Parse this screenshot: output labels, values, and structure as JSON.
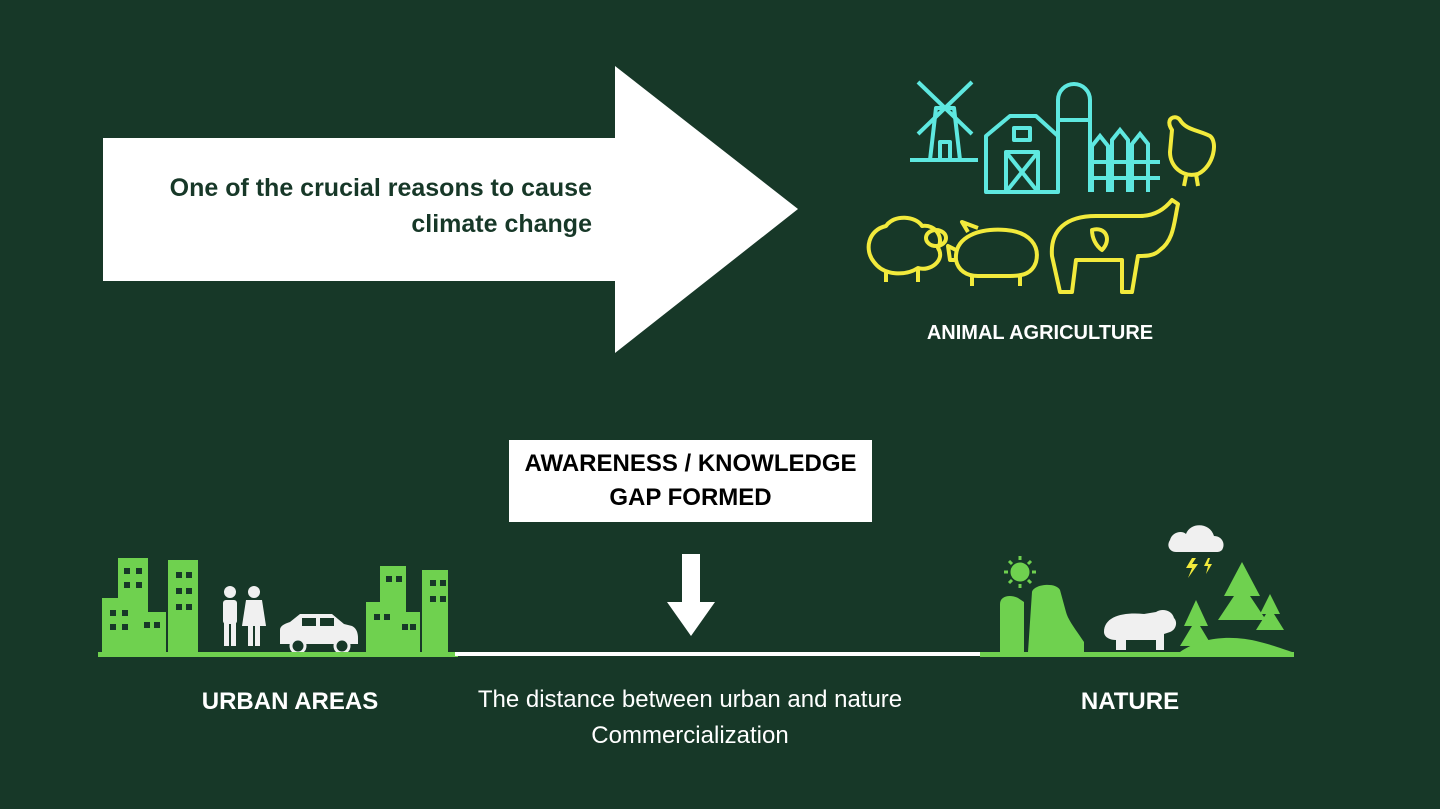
{
  "arrow": {
    "line1": "One of the crucial reasons to cause",
    "line2": "climate change"
  },
  "animal_agriculture": {
    "label": "ANIMAL AGRICULTURE"
  },
  "gap_box": {
    "line1": "AWARENESS / KNOWLEDGE",
    "line2": "GAP FORMED"
  },
  "urban": {
    "label": "URBAN AREAS"
  },
  "nature": {
    "label": "NATURE"
  },
  "caption": {
    "line1": "The distance between urban and nature",
    "line2": "Commercialization"
  },
  "colors": {
    "background": "#173828",
    "cyan": "#5ee8e0",
    "yellow": "#f2ea3c",
    "green": "#6fd14f",
    "white": "#ffffff"
  }
}
